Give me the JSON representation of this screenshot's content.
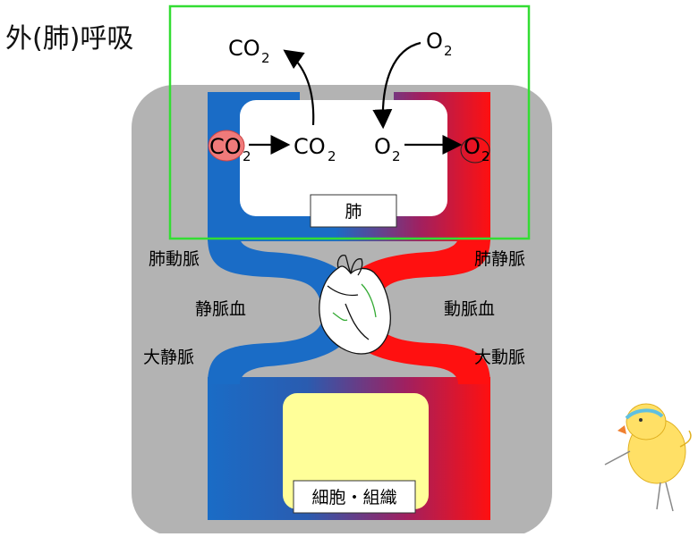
{
  "title": "外(肺)呼吸",
  "labels": {
    "co2": "CO",
    "o2": "O",
    "sub2": "2",
    "lung": "肺",
    "pulmonary_artery": "肺動脈",
    "pulmonary_vein": "肺静脈",
    "venous_blood": "静脈血",
    "arterial_blood": "動脈血",
    "vena_cava": "大静脈",
    "aorta": "大動脈",
    "tissue": "細胞・組織"
  },
  "colors": {
    "venous": "#1a6cc6",
    "arterial": "#ff1010",
    "background_panel": "#b3b3b3",
    "highlight_frame": "#33dd33",
    "tissue_fill": "#ffff99"
  }
}
